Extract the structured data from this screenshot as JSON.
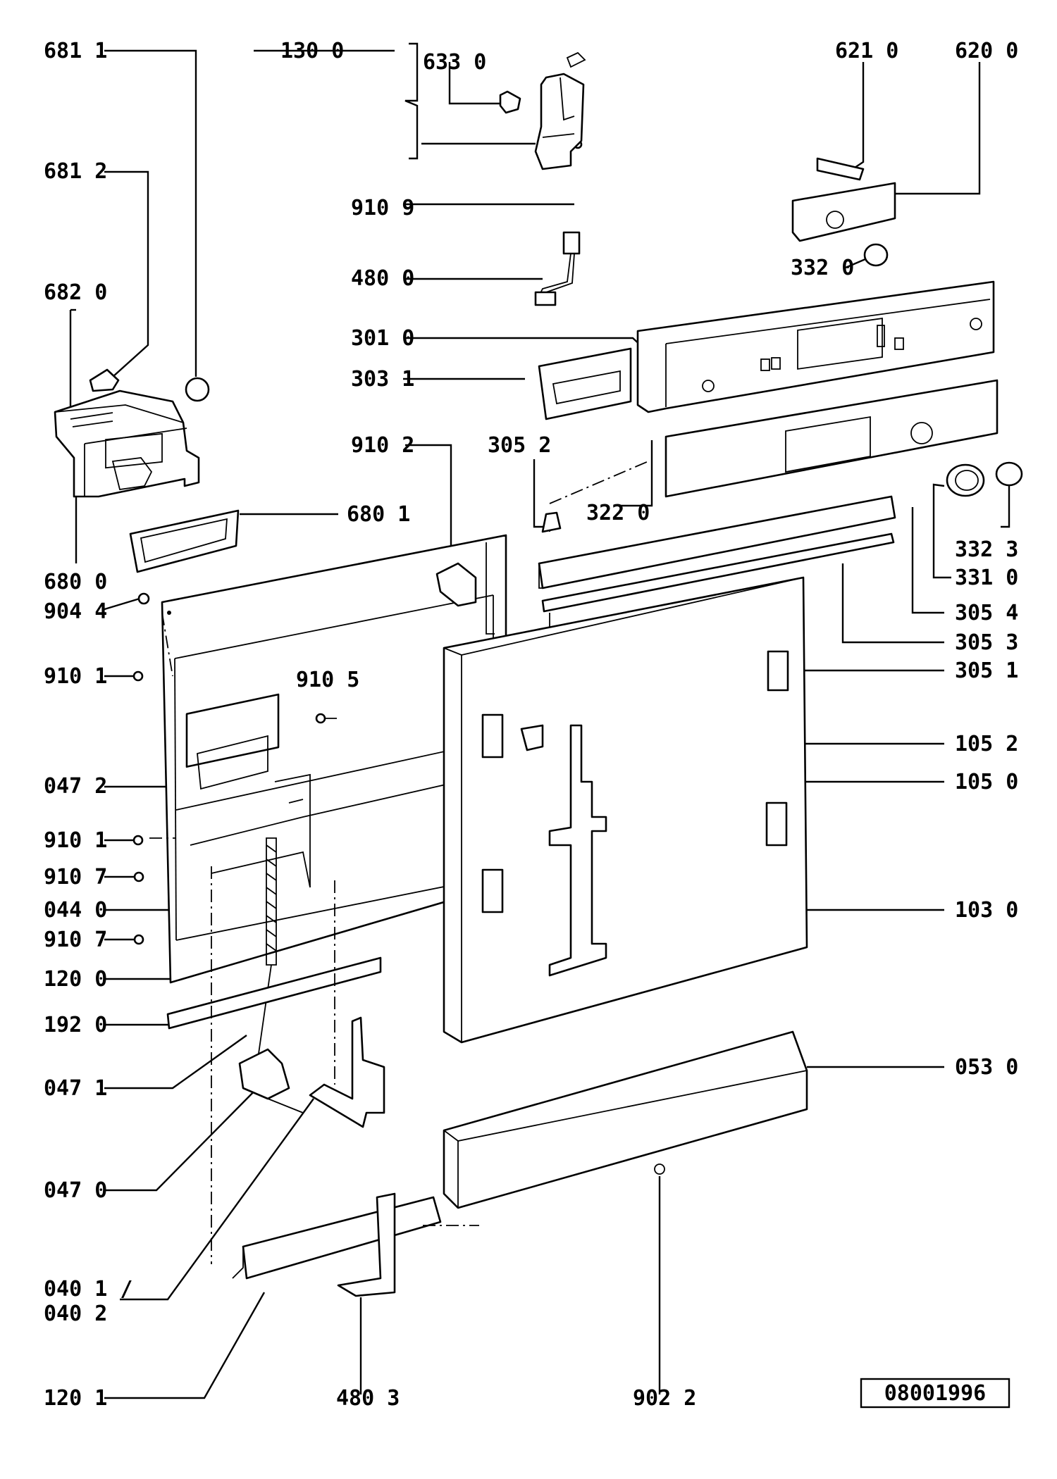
{
  "labels": [
    {
      "id": "681-1",
      "text": "681 1"
    },
    {
      "id": "681-2",
      "text": "681 2"
    },
    {
      "id": "682-0",
      "text": "682 0"
    },
    {
      "id": "680-0",
      "text": "680 0"
    },
    {
      "id": "904-4",
      "text": "904 4"
    },
    {
      "id": "910-1a",
      "text": "910 1"
    },
    {
      "id": "047-2",
      "text": "047 2"
    },
    {
      "id": "910-1b",
      "text": "910 1"
    },
    {
      "id": "910-7a",
      "text": "910 7"
    },
    {
      "id": "044-0",
      "text": "044 0"
    },
    {
      "id": "910-7b",
      "text": "910 7"
    },
    {
      "id": "120-0",
      "text": "120 0"
    },
    {
      "id": "192-0",
      "text": "192 0"
    },
    {
      "id": "047-1",
      "text": "047 1"
    },
    {
      "id": "047-0",
      "text": "047 0"
    },
    {
      "id": "040-1",
      "text": "040 1 /"
    },
    {
      "id": "040-2",
      "text": "040 2"
    },
    {
      "id": "120-1",
      "text": "120 1"
    },
    {
      "id": "130-0",
      "text": "130 0"
    },
    {
      "id": "633-0",
      "text": "633 0"
    },
    {
      "id": "910-9",
      "text": "910 9"
    },
    {
      "id": "480-0",
      "text": "480 0"
    },
    {
      "id": "301-0",
      "text": "301 0"
    },
    {
      "id": "303-1",
      "text": "303 1"
    },
    {
      "id": "910-2",
      "text": "910 2"
    },
    {
      "id": "305-2",
      "text": "305 2"
    },
    {
      "id": "322-0",
      "text": "322 0"
    },
    {
      "id": "680-1",
      "text": "680 1"
    },
    {
      "id": "910-5",
      "text": "910 5"
    },
    {
      "id": "480-3",
      "text": "480 3"
    },
    {
      "id": "902-2",
      "text": "902 2"
    },
    {
      "id": "621-0",
      "text": "621 0"
    },
    {
      "id": "620-0",
      "text": "620 0"
    },
    {
      "id": "332-0",
      "text": "332 0"
    },
    {
      "id": "332-3",
      "text": "332 3"
    },
    {
      "id": "331-0",
      "text": "331 0"
    },
    {
      "id": "305-4",
      "text": "305 4"
    },
    {
      "id": "305-3",
      "text": "305 3"
    },
    {
      "id": "305-1",
      "text": "305 1"
    },
    {
      "id": "105-2",
      "text": "105 2"
    },
    {
      "id": "105-0",
      "text": "105 0"
    },
    {
      "id": "103-0",
      "text": "103 0"
    },
    {
      "id": "053-0",
      "text": "053 0"
    }
  ],
  "drawing_code": "08001996"
}
